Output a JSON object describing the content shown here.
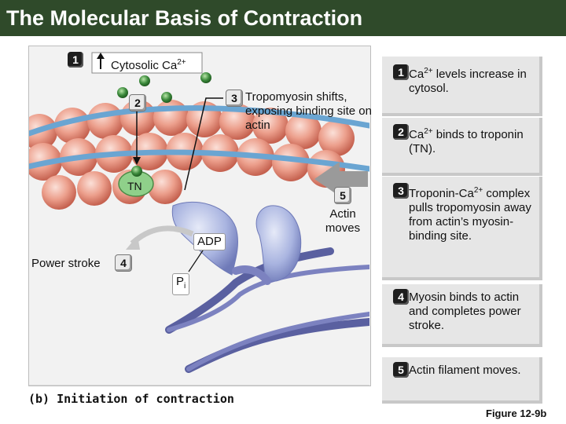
{
  "header": {
    "title": "The Molecular Basis of Contraction",
    "bar_color": "#2f4a2a"
  },
  "diagram": {
    "caption": "(b) Initiation of contraction",
    "labels": {
      "cytosolic_pre": "Cytosolic Ca",
      "cytosolic_sup": "2+",
      "tn": "TN",
      "adp": "ADP",
      "pi_main": "P",
      "pi_sub": "i",
      "power_stroke": "Power stroke",
      "tropomyosin_shift": "Tropomyosin shifts, exposing binding site on actin",
      "actin_moves": "Actin moves"
    },
    "badges": {
      "b1": "1",
      "b2": "2",
      "b3": "3",
      "b4": "4",
      "b5": "5"
    }
  },
  "steps": [
    {
      "number": "1",
      "pre": "Ca",
      "sup": "2+",
      "post": " levels increase in cytosol."
    },
    {
      "number": "2",
      "pre": "Ca",
      "sup": "2+",
      "post": " binds to troponin (TN)."
    },
    {
      "number": "3",
      "pre": "Troponin-Ca",
      "sup": "2+",
      "post": " complex pulls tropomyosin away from actin’s myosin-binding site."
    },
    {
      "number": "4",
      "pre": "Myosin binds to actin and completes power stroke.",
      "sup": "",
      "post": ""
    },
    {
      "number": "5",
      "pre": "Actin filament moves.",
      "sup": "",
      "post": ""
    }
  ],
  "footer": {
    "figure": "Figure 12-9b"
  },
  "colors": {
    "actin": "#e8a090",
    "tropomyosin": "#7ab0d8",
    "myosin": "#9aa8d8",
    "calcium": "#3c8a3c"
  }
}
